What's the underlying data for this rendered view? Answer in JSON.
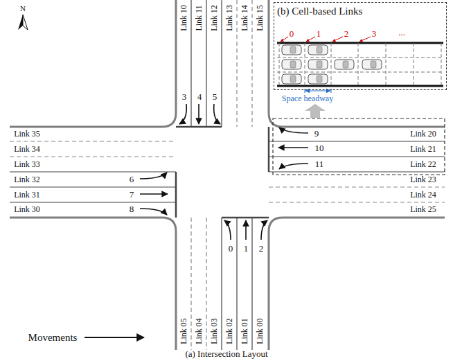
{
  "diagram": {
    "caption": "(a) Intersection Layout",
    "nodes": [
      {
        "text": [
          "(b) Cell-based Links"
        ]
      }
    ],
    "labels": [
      "N",
      "Link 10",
      "Link 11",
      "Link 12",
      "Link 13",
      "Link 14",
      "Link 15",
      "Link 05",
      "Link 04",
      "Link 03",
      "Link 02",
      "Link 01",
      "Link 00",
      "Link 35",
      "Link 34",
      "Link 33",
      "Link 32",
      "Link 31",
      "Link 30",
      "Link 20",
      "Link 21",
      "Link 22",
      "Link 23",
      "Link 24",
      "Link 25",
      "3",
      "4",
      "5",
      "6",
      "7",
      "8",
      "9",
      "10",
      "11",
      "0",
      "1",
      "2",
      "0",
      "1",
      "2",
      "3",
      "...",
      "Space headway",
      "Movements"
    ]
  }
}
